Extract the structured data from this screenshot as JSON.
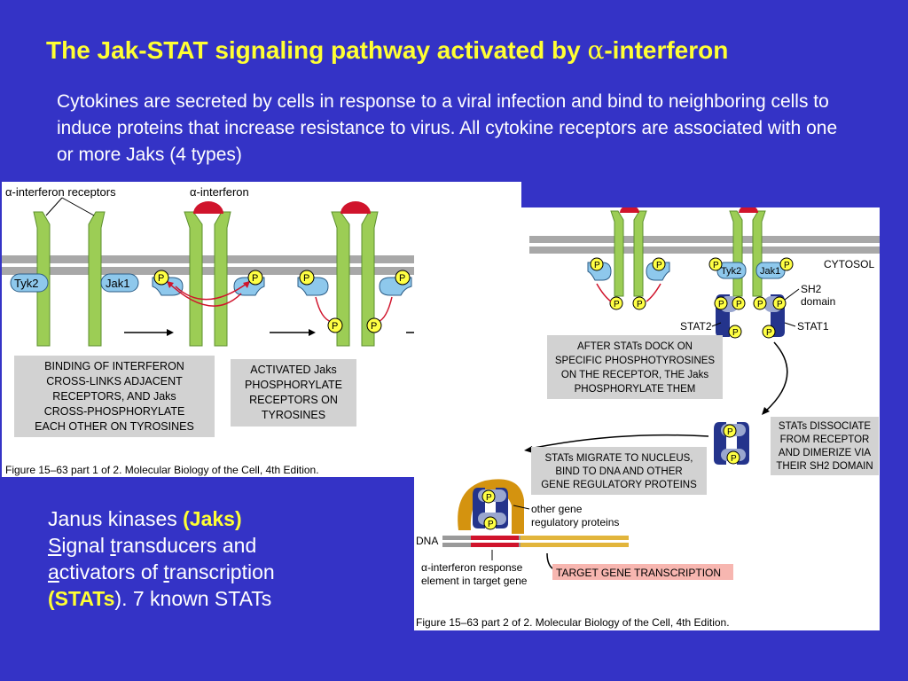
{
  "slide": {
    "title_pre": "The Jak-STAT signaling pathway activated by ",
    "title_alpha": "α",
    "title_post": "-interferon",
    "intro": "Cytokines are secreted by cells in response to a viral infection and bind to neighboring cells to induce proteins that increase resistance to virus.  All cytokine receptors are associated with one or more Jaks (4 types)"
  },
  "fig1": {
    "label_receptors": "α-interferon receptors",
    "label_interferon": "α-interferon",
    "kinase_tyk2": "Tyk2",
    "kinase_jak1": "Jak1",
    "phospho": "P",
    "box1": [
      "BINDING OF INTERFERON",
      "CROSS-LINKS ADJACENT",
      "RECEPTORS, AND Jaks",
      "CROSS-PHOSPHORYLATE",
      "EACH OTHER ON TYROSINES"
    ],
    "box2": [
      "ACTIVATED Jaks",
      "PHOSPHORYLATE",
      "RECEPTORS ON",
      "TYROSINES"
    ],
    "caption": "Figure 15–63 part 1 of 2. Molecular Biology of the Cell, 4th Edition."
  },
  "fig2": {
    "cytosol": "CYTOSOL",
    "tyk2": "Tyk2",
    "jak1": "Jak1",
    "sh2": [
      "SH2",
      "domain"
    ],
    "stat2": "STAT2",
    "stat1": "STAT1",
    "phospho": "P",
    "box_dock": [
      "AFTER STATs DOCK ON",
      "SPECIFIC PHOSPHOTYROSINES",
      "ON THE RECEPTOR, THE Jaks",
      "PHOSPHORYLATE THEM"
    ],
    "box_dissociate": [
      "STATs DISSOCIATE",
      "FROM RECEPTOR",
      "AND DIMERIZE VIA",
      "THEIR SH2 DOMAIN"
    ],
    "box_migrate": [
      "STATs MIGRATE TO NUCLEUS,",
      "BIND TO DNA AND OTHER",
      "GENE REGULATORY PROTEINS"
    ],
    "other_gene": [
      "other gene",
      "regulatory proteins"
    ],
    "dna": "DNA",
    "response_element": [
      "α-interferon response",
      "element in target gene"
    ],
    "target_transcription": "TARGET GENE TRANSCRIPTION",
    "caption": "Figure 15–63 part 2 of 2. Molecular Biology of the Cell, 4th Edition."
  },
  "jaks": {
    "line1_pre": "Janus kinases ",
    "line1_bold": "(Jaks)",
    "l2_u1": "S",
    "l2_t1": "ignal ",
    "l2_u2": "t",
    "l2_t2": "ransducers and",
    "l3_u1": "a",
    "l3_t1": "ctivators of ",
    "l3_u2": "t",
    "l3_t2": "ranscription",
    "l4_bold_open": "(",
    "l4_bold": "STATs",
    "l4_rest": "). 7 known STATs"
  },
  "colors": {
    "background": "#3433c6",
    "title": "#ffff33",
    "receptor_green": "#9ccd55",
    "kinase_blue": "#8ec8ec",
    "phospho_yellow": "#ffff44",
    "interferon_red": "#d0142c",
    "box_gray": "#d2d2d2",
    "stat_navy": "#24348c",
    "transcription_pink": "#f7b6b0"
  }
}
